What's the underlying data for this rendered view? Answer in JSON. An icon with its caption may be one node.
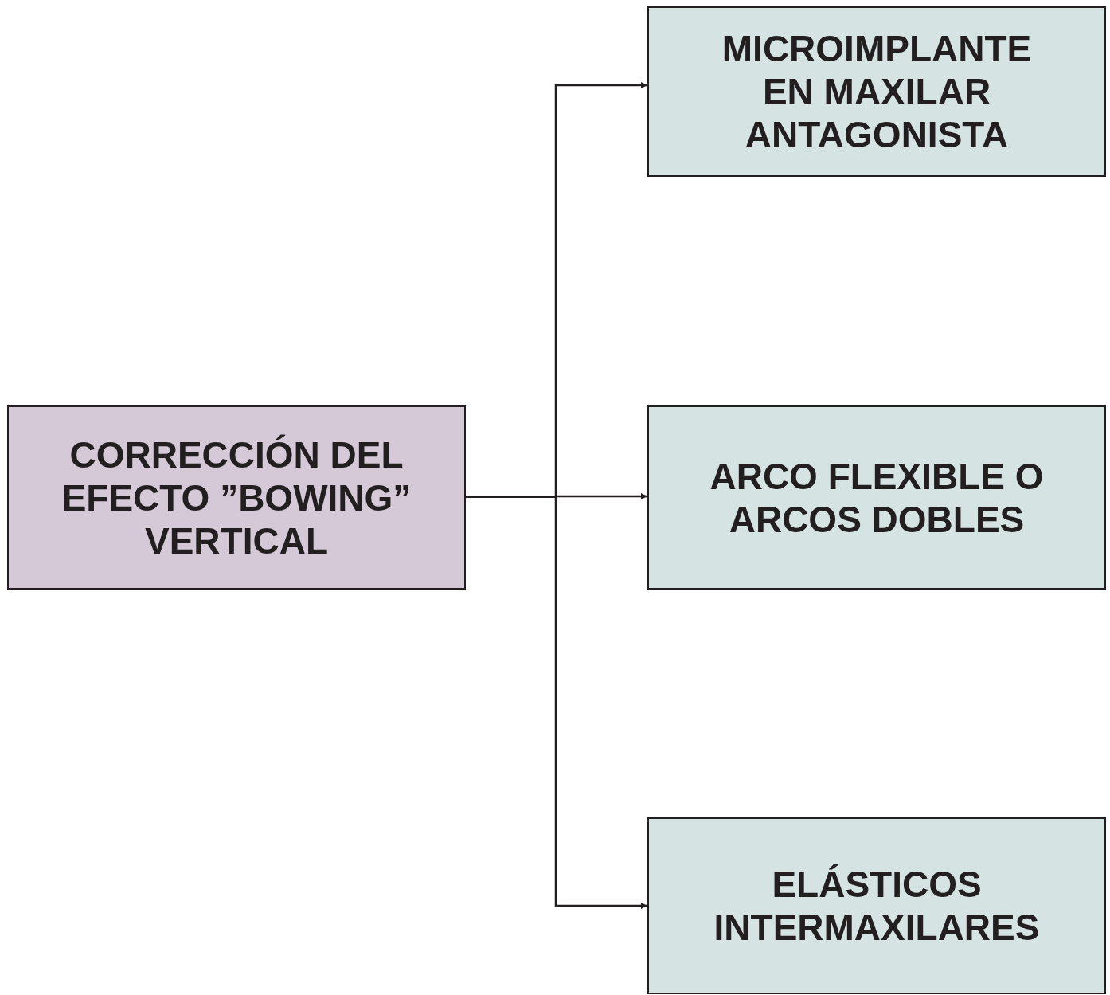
{
  "diagram": {
    "nodes": [
      {
        "text": [
          "CORRECCIÓN DEL EFECTO ”BOWING” VERTICAL"
        ]
      },
      {
        "text": [
          "MICROIMPLANTE EN MAXILAR ANTAGONISTA"
        ]
      },
      {
        "text": [
          "ARCO FLEXIBLE O ARCOS DOBLES"
        ]
      },
      {
        "text": [
          "ELÁSTICOS INTERMAXILARES"
        ]
      }
    ],
    "edges": [
      {
        "from": 0,
        "to": 1,
        "arrow": "to"
      },
      {
        "from": 0,
        "to": 2,
        "arrow": "to"
      },
      {
        "from": 0,
        "to": 3,
        "arrow": "to"
      }
    ]
  }
}
